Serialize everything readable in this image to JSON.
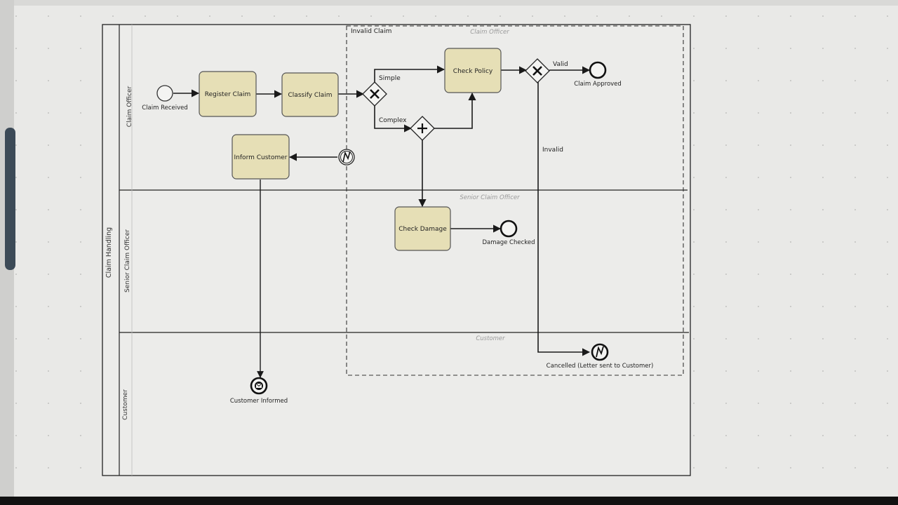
{
  "colors": {
    "desk_bg": "#d9d9d7",
    "canvas_bg": "#e9e9e7",
    "task_fill": "#e6dfb6",
    "line": "#1a1a1a",
    "scroll_thumb": "#3c4a57",
    "bottom_bar": "#111111"
  },
  "pool": {
    "name": "Claim Handling",
    "lanes": [
      "Claim Officer",
      "Senior Claim Officer",
      "Customer"
    ]
  },
  "group": {
    "label": "Invalid Claim",
    "lane_watermarks": [
      "Claim Officer",
      "Senior Claim Officer",
      "Customer"
    ]
  },
  "tasks": {
    "register": "Register Claim",
    "classify": "Classify Claim",
    "inform": "Inform Customer",
    "check_policy": "Check Policy",
    "check_damage": "Check Damage"
  },
  "events": {
    "start": "Claim Received",
    "approved": "Claim Approved",
    "damage_checked": "Damage Checked",
    "customer_informed": "Customer Informed",
    "cancelled": "Cancelled (Letter sent to Customer)"
  },
  "flow_labels": {
    "simple": "Simple",
    "complex": "Complex",
    "valid": "Valid",
    "invalid": "Invalid"
  },
  "icons": {
    "gateway_exclusive": "x-gateway-icon",
    "gateway_parallel": "plus-gateway-icon",
    "error_event": "lightning-icon",
    "message_event": "envelope-icon"
  }
}
